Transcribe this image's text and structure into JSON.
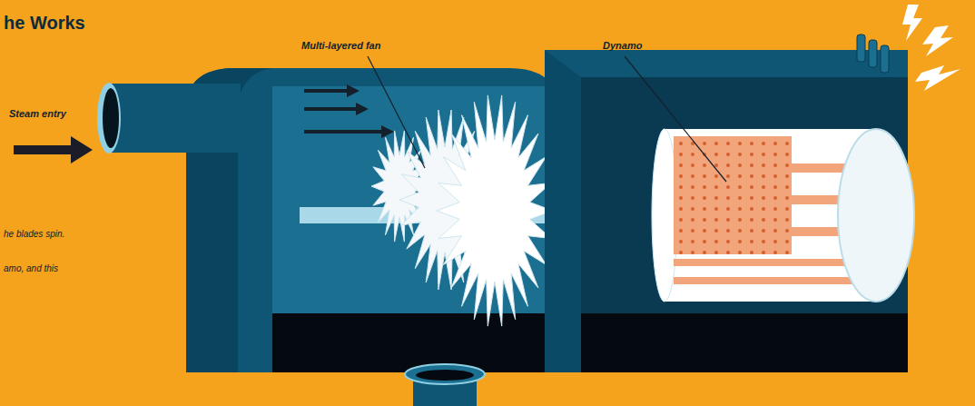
{
  "diagram": {
    "title": "he Works",
    "labels": [
      "Multi-layered fan",
      "Dynamo",
      "Steam entry",
      "he blades spin.",
      "amo, and this"
    ]
  }
}
